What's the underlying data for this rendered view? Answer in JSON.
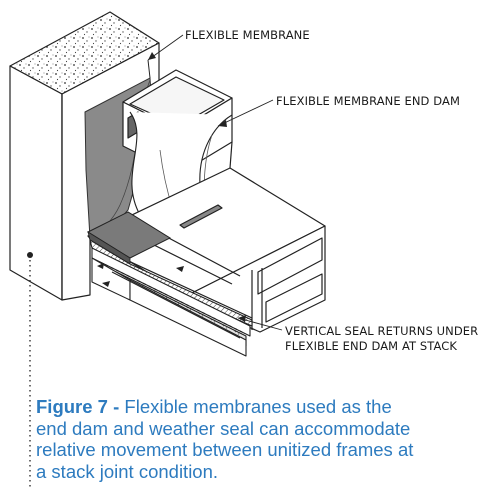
{
  "callouts": {
    "flexible_membrane": "FLEXIBLE MEMBRANE",
    "end_dam": "FLEXIBLE MEMBRANE END DAM",
    "vertical_seal_line1": "VERTICAL SEAL RETURNS UNDER",
    "vertical_seal_line2": "FLEXIBLE END DAM AT STACK"
  },
  "caption": {
    "figure_label": "Figure 7 -",
    "line1": " Flexible membranes used as the",
    "line2": "end dam and weather seal can accommodate",
    "line3": "relative movement between unitized frames at",
    "line4": "a stack joint condition."
  },
  "colors": {
    "caption": "#2d7bbf",
    "membrane": "#8a8a8a",
    "membrane_dark": "#555555",
    "line": "#222222"
  }
}
